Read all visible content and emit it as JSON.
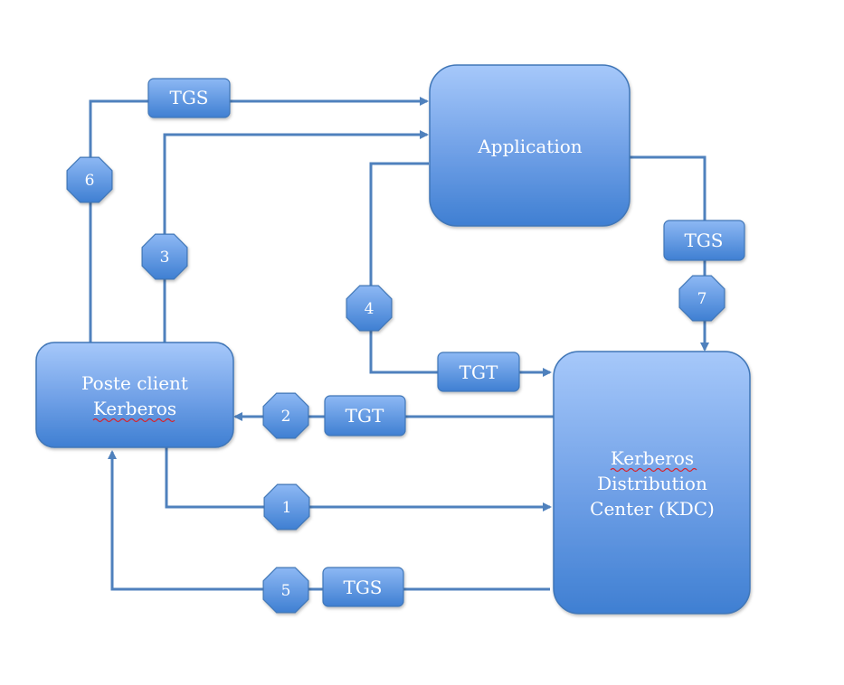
{
  "nodes": {
    "application": {
      "label": "Application"
    },
    "client": {
      "line1": "Poste client",
      "line2": "Kerberos"
    },
    "kdc": {
      "line1": "Kerberos",
      "line2": "Distribution",
      "line3": "Center (KDC)"
    }
  },
  "tags": {
    "tgs_top": "TGS",
    "tgs_right": "TGS",
    "tgt_mid": "TGT",
    "tgt_step2": "TGT",
    "tgs_step5": "TGS"
  },
  "steps": {
    "s1": "1",
    "s2": "2",
    "s3": "3",
    "s4": "4",
    "s5": "5",
    "s6": "6",
    "s7": "7"
  },
  "colors": {
    "node_top": "#9fc3f8",
    "node_bottom": "#4a86d6",
    "stroke": "#3f76b7",
    "line": "#4f81bd"
  }
}
